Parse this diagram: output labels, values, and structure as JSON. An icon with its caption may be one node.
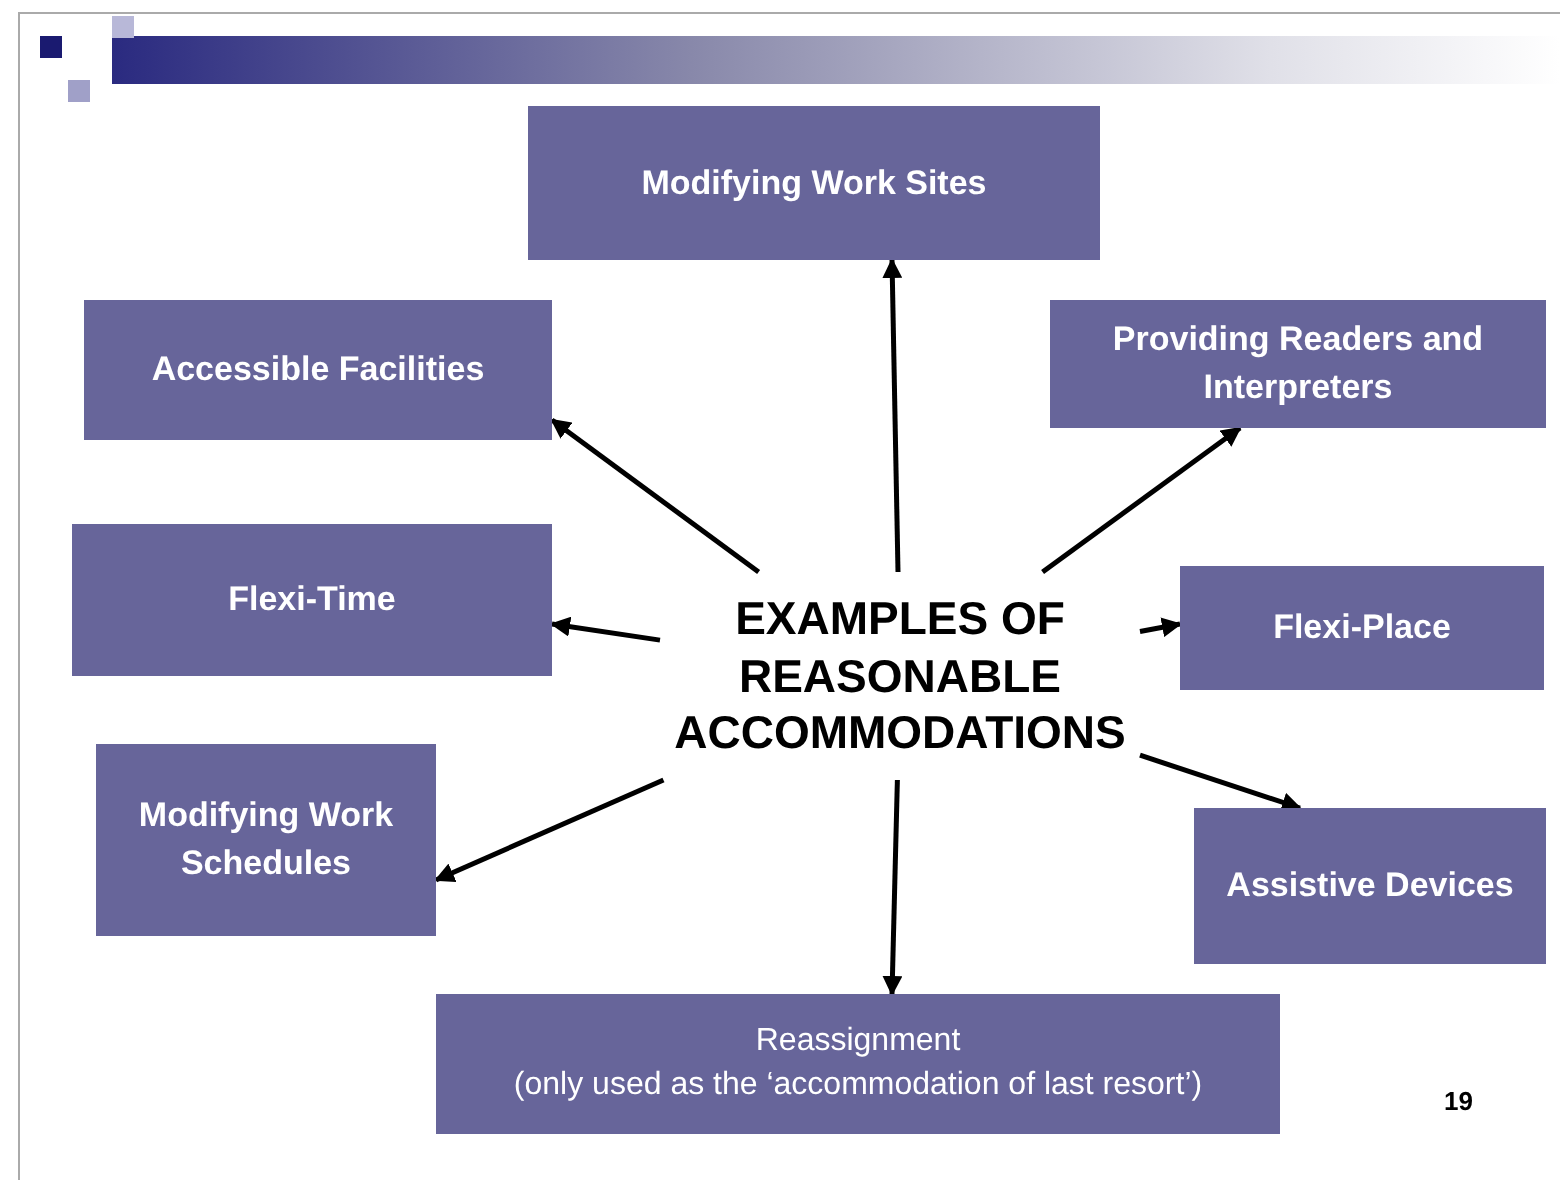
{
  "diagram": {
    "nodes": [
      {
        "text": [
          "EXAMPLES OF REASONABLE ACCOMMODATIONS"
        ]
      },
      {
        "text": [
          "Modifying Work Sites"
        ]
      },
      {
        "text": [
          "Accessible Facilities"
        ]
      },
      {
        "text": [
          "Providing Readers and Interpreters"
        ]
      },
      {
        "text": [
          "Flexi-Time"
        ]
      },
      {
        "text": [
          "Flexi-Place"
        ]
      },
      {
        "text": [
          "Modifying Work Schedules"
        ]
      },
      {
        "text": [
          "Assistive Devices"
        ]
      },
      {
        "text": [
          "Reassignment",
          "(only used as the ‘accommodation of last resort’)"
        ]
      }
    ],
    "edges": [
      {
        "from": 0,
        "to": 1,
        "arrow": "to"
      },
      {
        "from": 0,
        "to": 2,
        "arrow": "to"
      },
      {
        "from": 0,
        "to": 3,
        "arrow": "to"
      },
      {
        "from": 0,
        "to": 4,
        "arrow": "to"
      },
      {
        "from": 0,
        "to": 5,
        "arrow": "to"
      },
      {
        "from": 0,
        "to": 6,
        "arrow": "to"
      },
      {
        "from": 0,
        "to": 7,
        "arrow": "to"
      },
      {
        "from": 0,
        "to": 8,
        "arrow": "to"
      }
    ],
    "labels": [
      "19"
    ]
  }
}
